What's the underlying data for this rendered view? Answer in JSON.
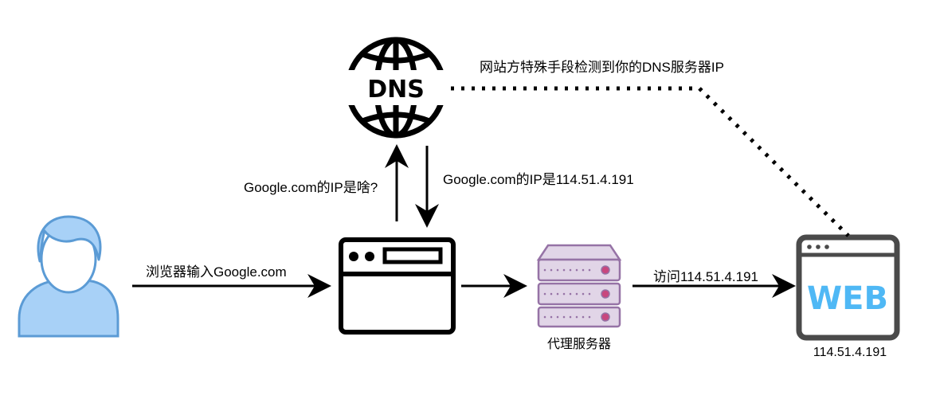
{
  "labels": {
    "dns_text": "DNS",
    "web_text": "WEB",
    "dns_detect": "网站方特殊手段检测到你的DNS服务器IP",
    "query": "Google.com的IP是啥?",
    "answer": "Google.com的IP是114.51.4.191",
    "user_input": "浏览器输入Google.com",
    "proxy_server": "代理服务器",
    "visit": "访问114.51.4.191",
    "web_ip": "114.51.4.191"
  },
  "colors": {
    "user_fill": "#a8d1f7",
    "user_stroke": "#5b9bd5",
    "server_fill": "#e1d5e7",
    "server_stroke": "#9673a6",
    "server_led": "#c8477e",
    "web_text": "#4fb8f5",
    "web_frame": "#4a4a4a",
    "line": "#000000"
  },
  "nodes": {
    "user": "user-icon",
    "dns": "globe-icon",
    "browser": "browser-window-icon",
    "proxy": "server-stack-icon",
    "web": "web-page-icon"
  }
}
